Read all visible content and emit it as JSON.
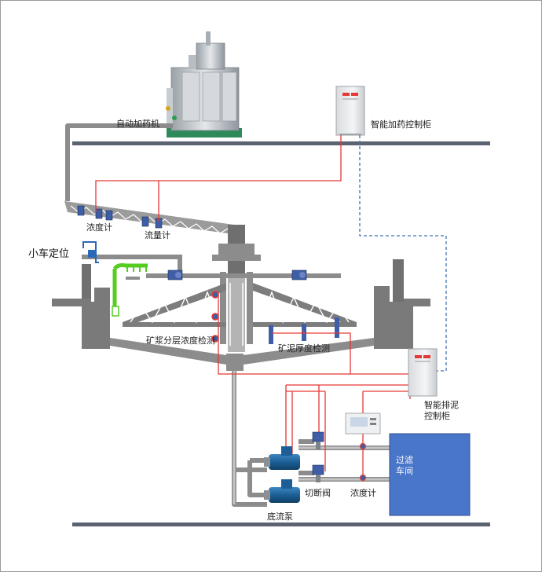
{
  "labels": {
    "auto_dosing_machine": "自动加药机",
    "smart_dosing_cabinet": "智能加药控制柜",
    "density_meter_top": "浓度计",
    "flow_meter": "流量计",
    "trolley_positioning": "小车定位",
    "slurry_layer_density": "矿浆分层浓度检测",
    "sludge_thickness": "矿泥厚度检测",
    "smart_discharge_cabinet_line1": "智能排泥",
    "smart_discharge_cabinet_line2": "控制柜",
    "filter_workshop_line1": "过滤",
    "filter_workshop_line2": "车间",
    "cutoff_valve": "切断阀",
    "density_meter_bottom": "浓度计",
    "underflow_pump": "底流泵"
  },
  "colors": {
    "pipe": "#8c8c8c",
    "pipe_light": "#b9b9b9",
    "floor": "#5b6270",
    "signal": "#e53935",
    "comm": "#3f6fb5",
    "filter_box": "#4a76c9",
    "green_arm": "#55cc22",
    "instrument": "#3f5ea8"
  }
}
